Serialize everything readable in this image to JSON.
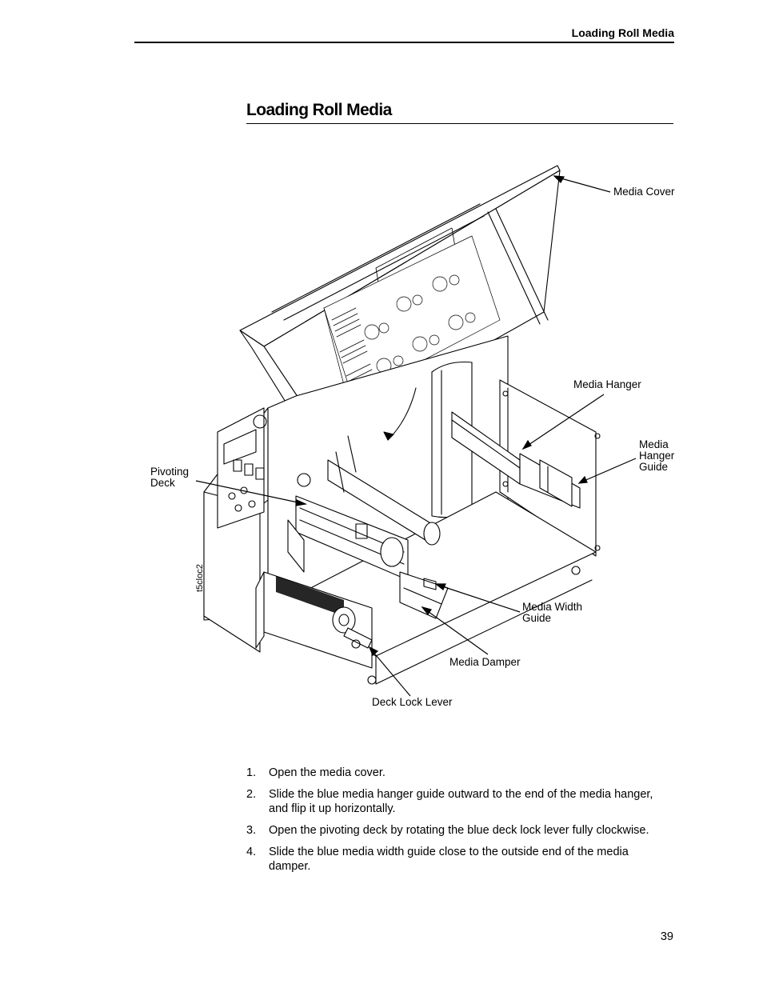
{
  "header": {
    "running_title": "Loading Roll Media"
  },
  "section": {
    "title": "Loading Roll Media"
  },
  "figure": {
    "id_label": "t5cloc2",
    "callouts": {
      "media_cover": "Media Cover",
      "media_hanger": "Media Hanger",
      "media_hanger_guide": "Media\nHanger\nGuide",
      "pivoting_deck": "Pivoting\nDeck",
      "media_width_guide": "Media Width\nGuide",
      "media_damper": "Media Damper",
      "deck_lock_lever": "Deck Lock Lever"
    }
  },
  "steps": [
    {
      "num": "1.",
      "text": "Open the media cover."
    },
    {
      "num": "2.",
      "text": "Slide the blue media hanger guide outward to the end of the media hanger, and flip it up horizontally."
    },
    {
      "num": "3.",
      "text": "Open the pivoting deck by rotating the blue deck lock lever fully clockwise."
    },
    {
      "num": "4.",
      "text": "Slide the blue media width guide close to the outside end of the media damper."
    }
  ],
  "footer": {
    "page_number": "39"
  }
}
